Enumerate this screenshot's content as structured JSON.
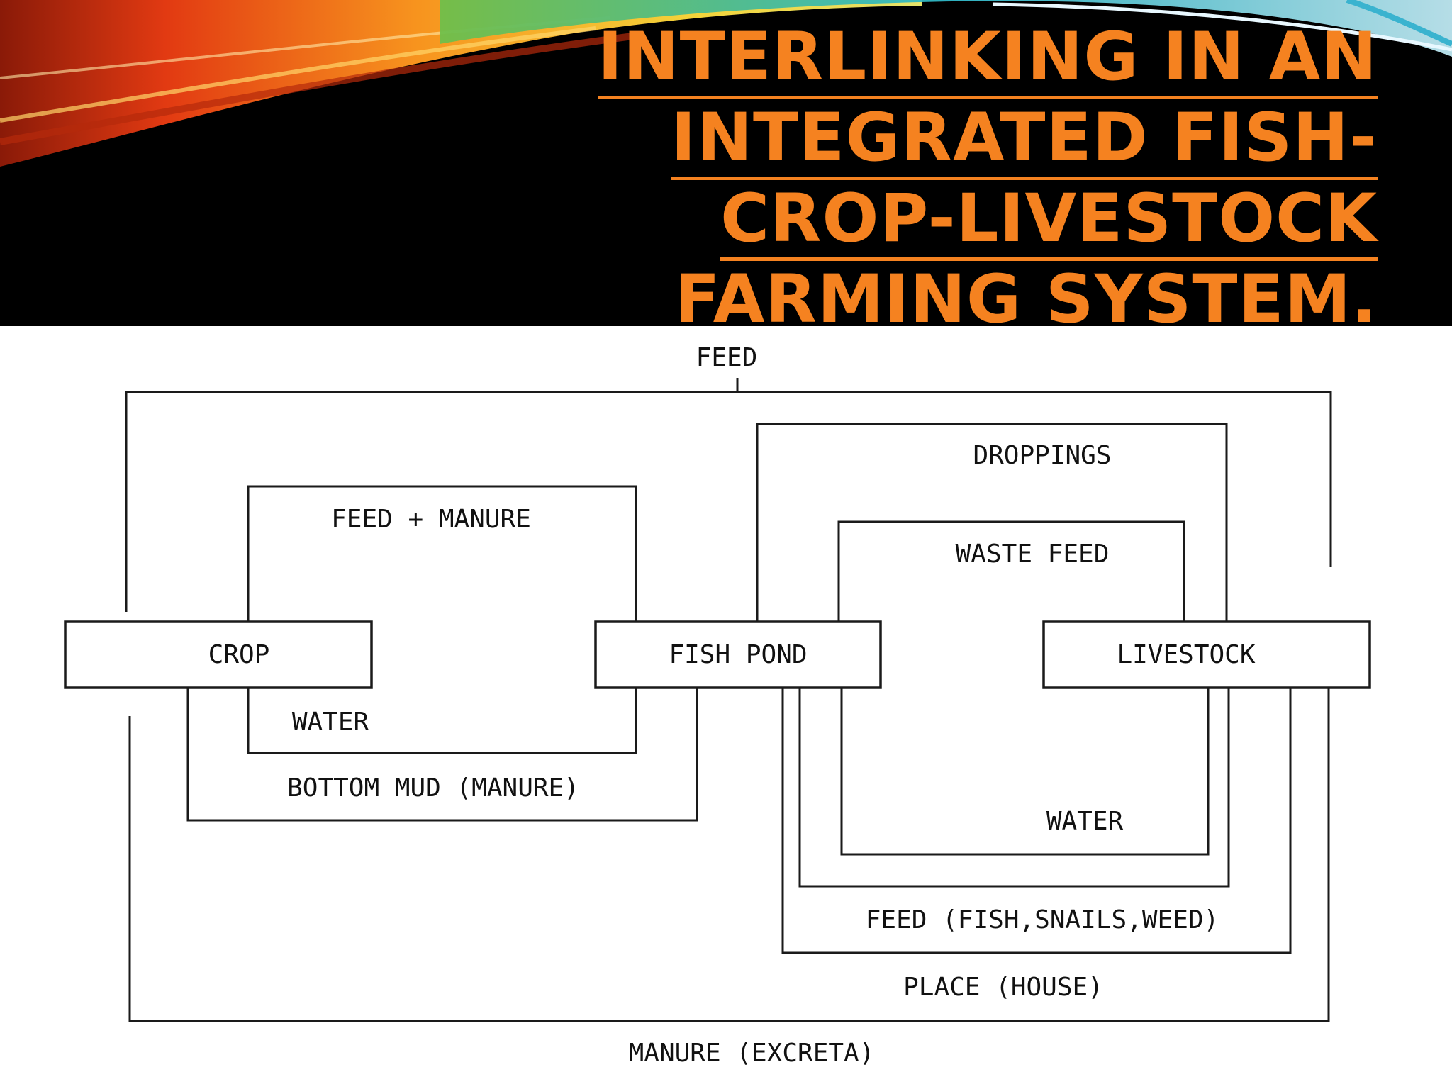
{
  "slide": {
    "title_lines": [
      "INTERLINKING IN AN",
      "INTEGRATED FISH-",
      "CROP-LIVESTOCK",
      "FARMING SYSTEM."
    ]
  },
  "diagram": {
    "nodes": {
      "crop": "CROP",
      "fish_pond": "FISH POND",
      "livestock": "LIVESTOCK"
    },
    "flows": {
      "feed_top": "FEED",
      "droppings": "DROPPINGS",
      "feed_manure": "FEED + MANURE",
      "waste_feed": "WASTE FEED",
      "water_crop": "WATER",
      "bottom_mud": "BOTTOM MUD (MANURE)",
      "water_livestock": "WATER",
      "feed_fish_snails_weed": "FEED (FISH,SNAILS,WEED)",
      "place_house": "PLACE (HOUSE)",
      "manure_excreta": "MANURE (EXCRETA)"
    }
  },
  "colors": {
    "title": "#f58220",
    "header_background": "#000000"
  }
}
